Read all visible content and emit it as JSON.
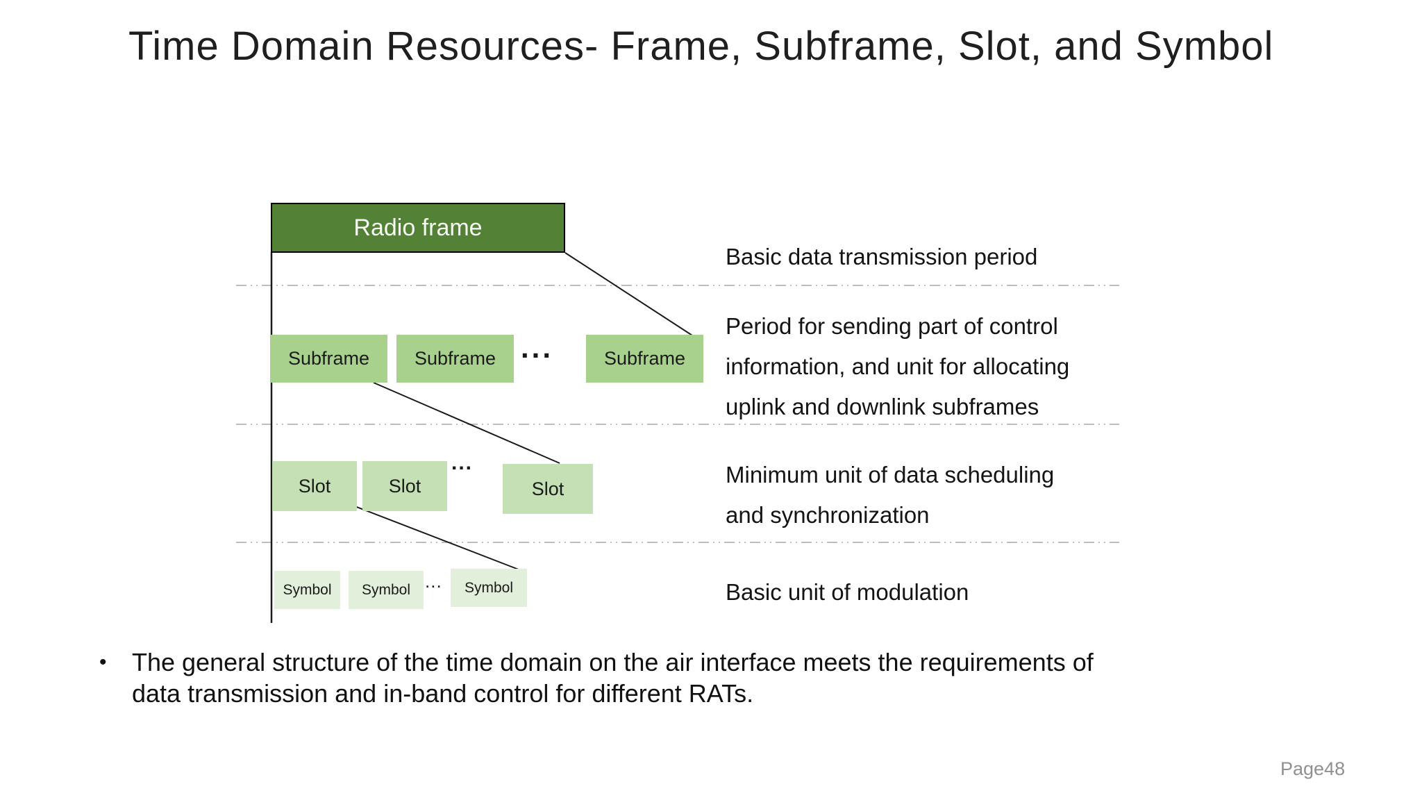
{
  "title": "Time Domain Resources- Frame, Subframe, Slot, and Symbol",
  "page_label": "Page48",
  "ellipsis": "...",
  "diagram": {
    "radio_frame": {
      "label": "Radio frame",
      "description": "Basic data transmission period"
    },
    "subframe": {
      "label": "Subframe",
      "description_lines": [
        "Period for sending part of control",
        "information, and unit for allocating",
        "uplink and downlink subframes"
      ]
    },
    "slot": {
      "label": "Slot",
      "description_lines": [
        "Minimum unit of data scheduling",
        "and synchronization"
      ]
    },
    "symbol": {
      "label": "Symbol",
      "description": "Basic unit of modulation"
    }
  },
  "bullet": {
    "marker": "•",
    "text": "The general structure of the time domain on the air interface meets the requirements of data transmission and in-band control for different RATs.",
    "lines": [
      "The general structure of the time domain on the air interface meets the requirements of",
      "data transmission and in-band control for different RATs."
    ]
  },
  "colors": {
    "radio_frame_fill": "#538135",
    "subframe_fill": "#a9d18e",
    "slot_fill": "#c5e0b4",
    "symbol_fill": "#e2efda",
    "connector": "#1a1a1a",
    "separator": "#a9a9a9"
  }
}
